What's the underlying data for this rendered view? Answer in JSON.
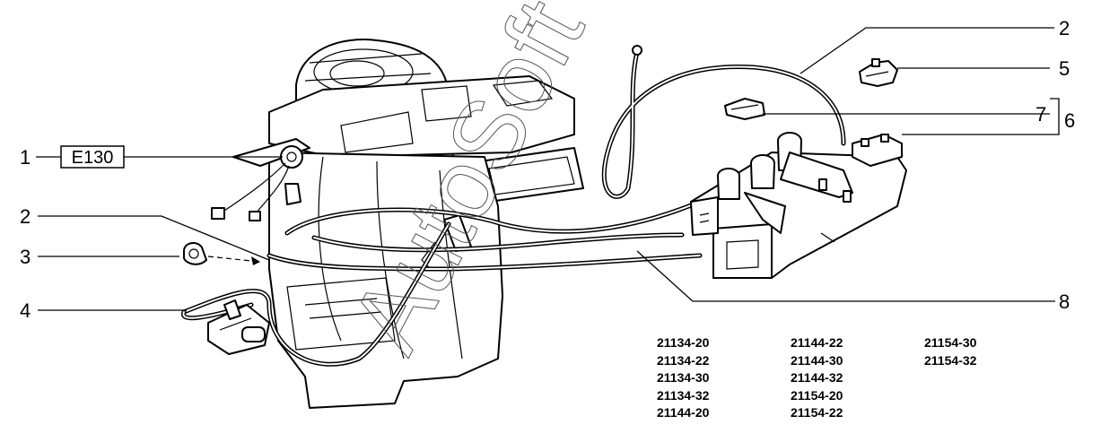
{
  "callouts": {
    "c1": "1",
    "c1_box": "E130",
    "c2_left": "2",
    "c3": "3",
    "c4": "4",
    "c2_right": "2",
    "c5": "5",
    "c7": "7",
    "c6": "6",
    "c8": "8"
  },
  "watermark": "AutoSoft",
  "models": [
    [
      "21134-20",
      "21134-22",
      "21134-30",
      "21134-32",
      "21144-20"
    ],
    [
      "21144-22",
      "21144-30",
      "21144-32",
      "21154-20",
      "21154-22"
    ],
    [
      "21154-30",
      "21154-32"
    ]
  ]
}
